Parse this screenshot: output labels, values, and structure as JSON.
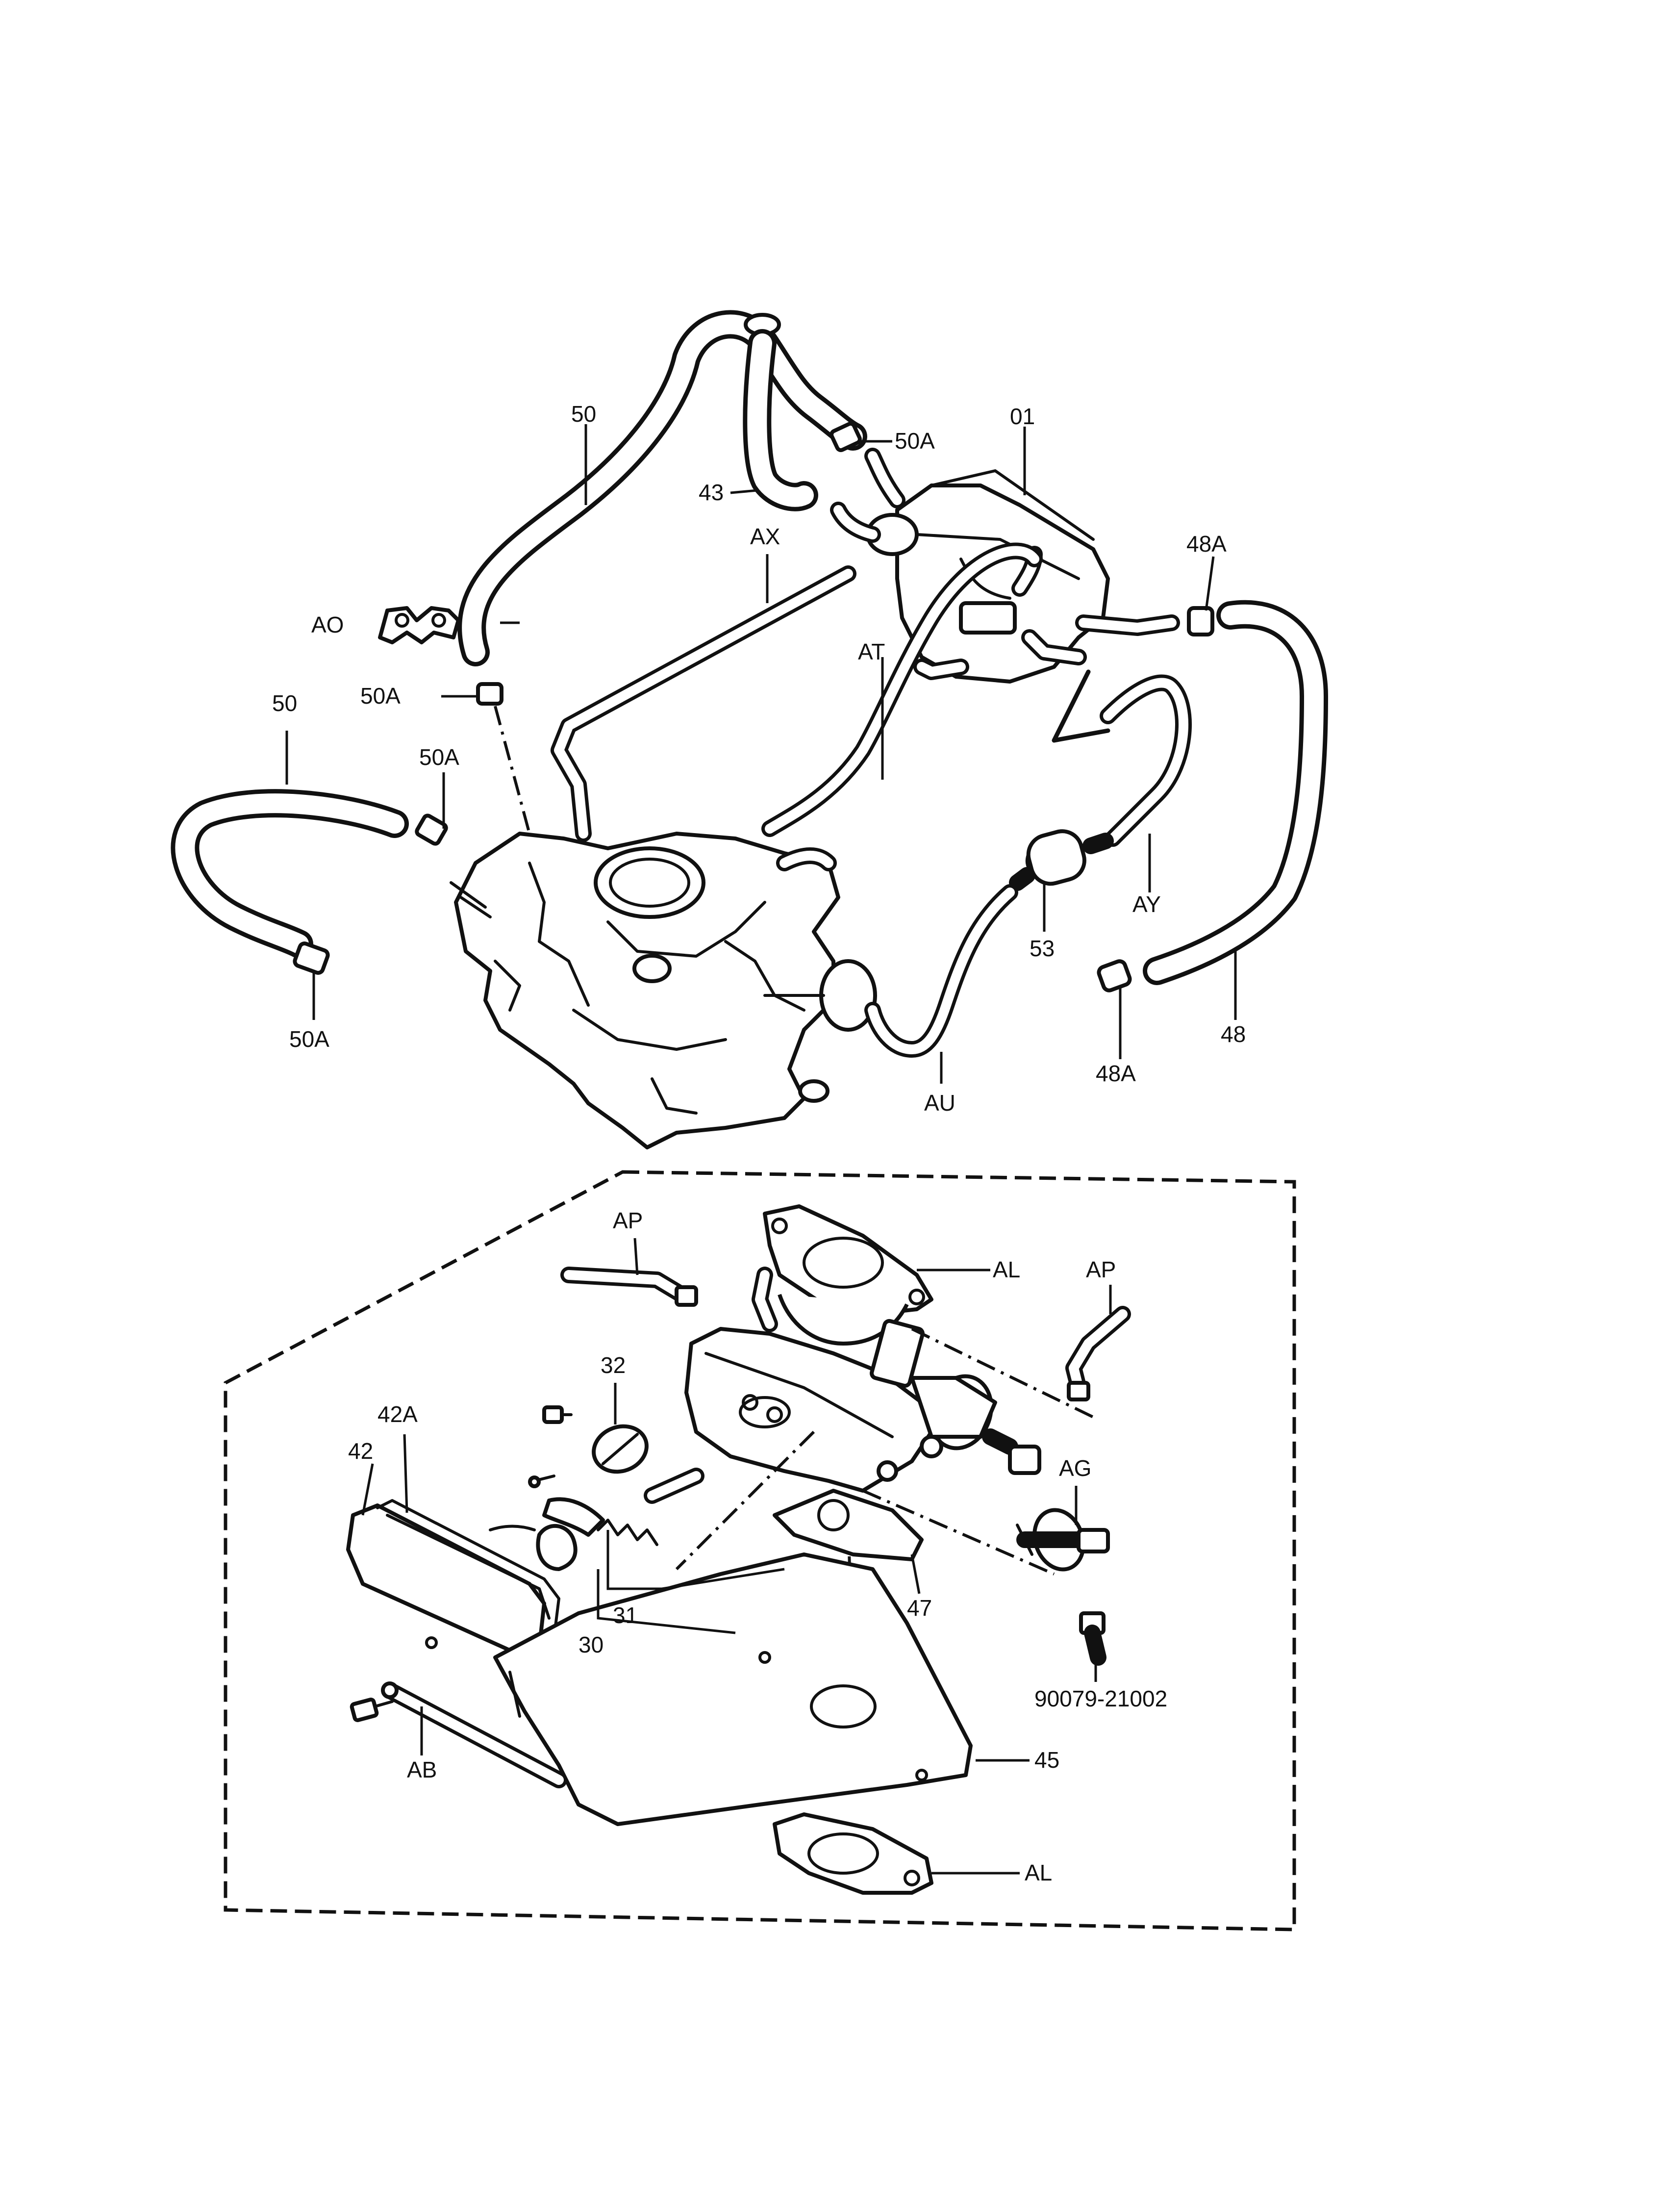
{
  "labels": {
    "l01": "01",
    "l43": "43",
    "l50_top": "50",
    "l50a_top": "50A",
    "lAX": "AX",
    "lAO": "AO",
    "l50a_mid": "50A",
    "l50_left": "50",
    "l50a_left": "50A",
    "l50a_bottom": "50A",
    "lAT": "AT",
    "l48a_top": "48A",
    "lAY": "AY",
    "l53": "53",
    "l48a_bottom": "48A",
    "l48": "48",
    "lAU": "AU",
    "lAP_left": "AP",
    "lAL_top": "AL",
    "lAP_right": "AP",
    "l32": "32",
    "l42A": "42A",
    "l42": "42",
    "lAG": "AG",
    "l31": "31",
    "l30": "30",
    "l47": "47",
    "l90079": "90079-21002",
    "lAB": "AB",
    "l45": "45",
    "lAL_bottom": "AL"
  }
}
